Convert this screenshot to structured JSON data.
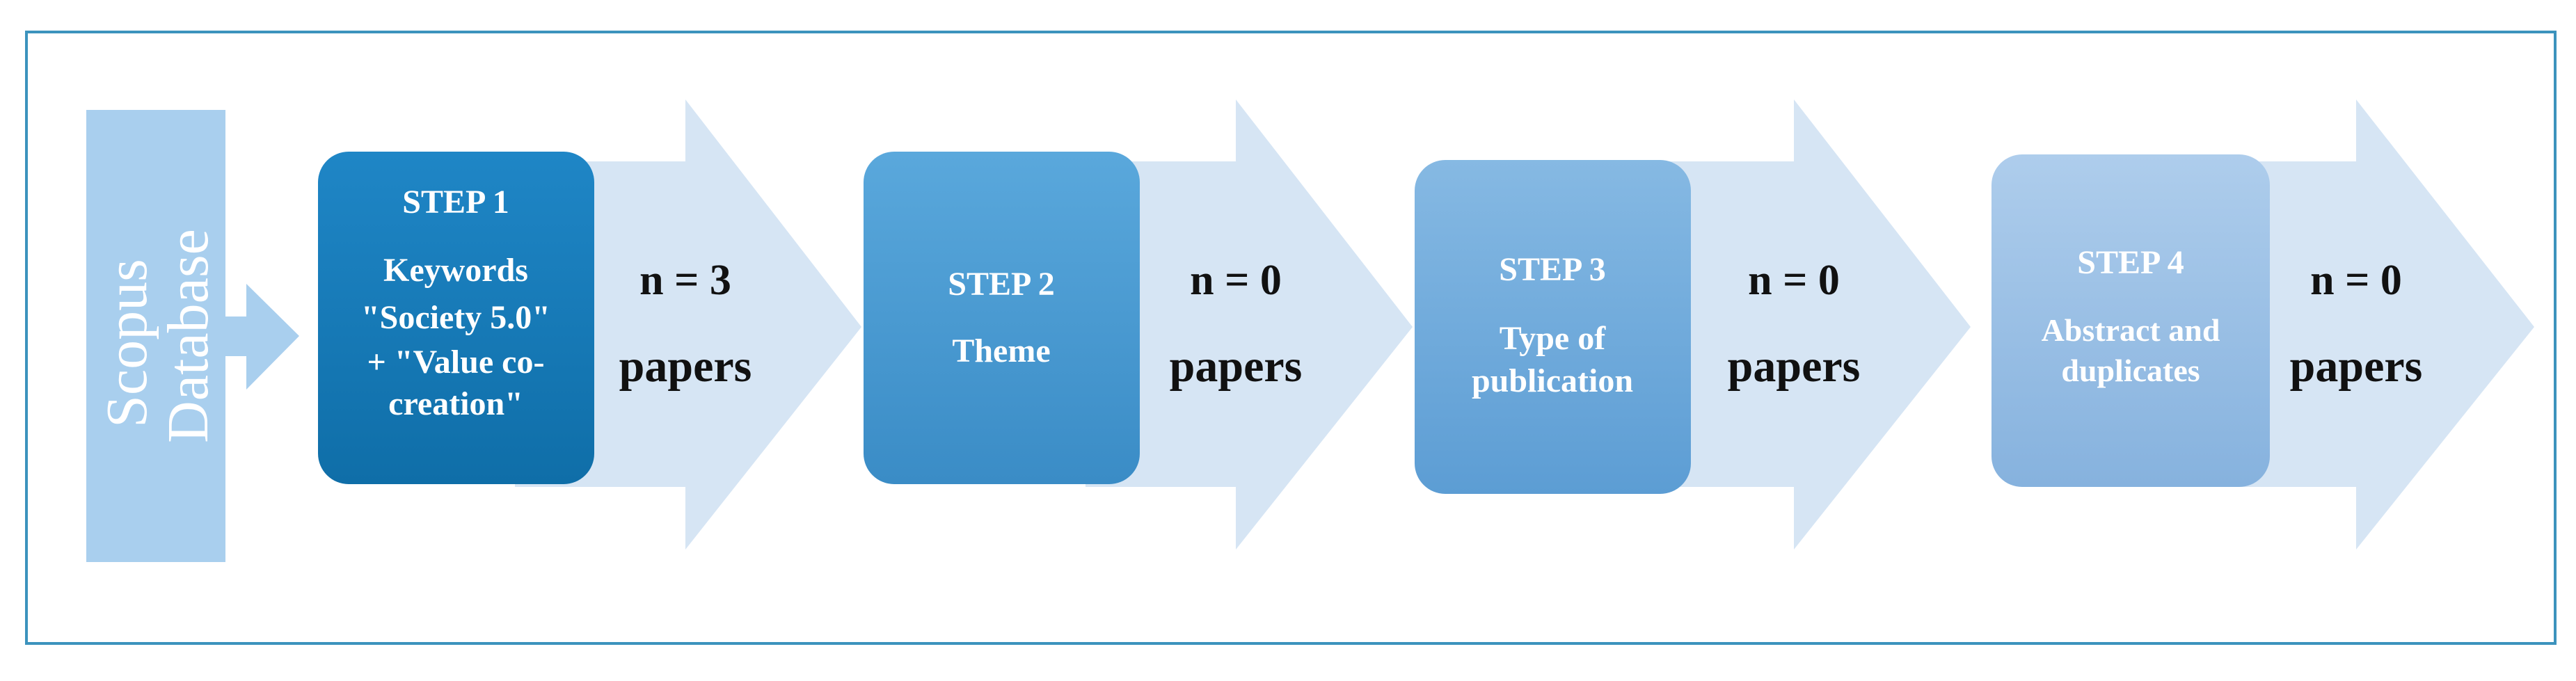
{
  "database": {
    "line1": "Scopus",
    "line2": "Database"
  },
  "steps": [
    {
      "title": "STEP 1",
      "lines": [
        "Keywords",
        "\"Society 5.0\"",
        "+ \"Value co-",
        "creation\""
      ],
      "count": "n = 3",
      "unit": "papers"
    },
    {
      "title": "STEP 2",
      "lines": [
        "Theme"
      ],
      "count": "n = 0",
      "unit": "papers"
    },
    {
      "title": "STEP 3",
      "lines": [
        "Type of",
        "publication"
      ],
      "count": "n = 0",
      "unit": "papers"
    },
    {
      "title": "STEP 4",
      "lines": [
        "Abstract and",
        "duplicates"
      ],
      "count": "n = 0",
      "unit": "papers"
    }
  ],
  "colors": {
    "frame_border": "#3c93bd",
    "arrow_fill": "#d6e5f4",
    "database_fill": "#a9cfee",
    "step_colors": [
      [
        "#1f86c6",
        "#0f6ea8"
      ],
      [
        "#5aa8dc",
        "#3a8cc6"
      ],
      [
        "#86b9e3",
        "#5c9dd4"
      ],
      [
        "#aecdec",
        "#86b2de"
      ]
    ]
  }
}
